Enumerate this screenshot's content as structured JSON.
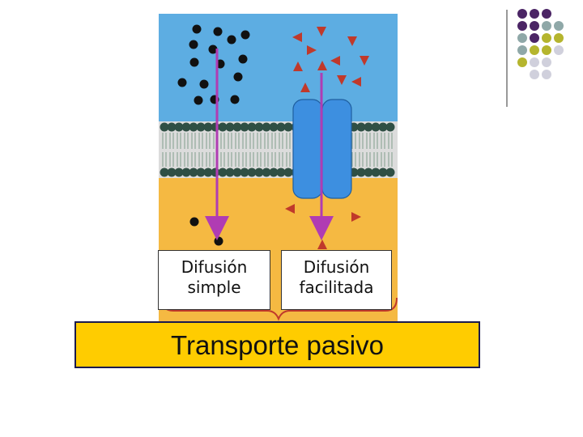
{
  "labels": {
    "simple_line1": "Difusión",
    "simple_line2": "simple",
    "facilitated_line1": "Difusión",
    "facilitated_line2": "facilitada"
  },
  "banner": "Transporte pasivo",
  "colors": {
    "extracellular": "#5dade2",
    "membrane_core": "#dcdcdc",
    "phospholipid_head": "#2f4f44",
    "cytoplasm": "#f5b942",
    "arrow": "#b03cb3",
    "channel_protein": "#3d8fe0",
    "molecule_simple": "#111111",
    "molecule_facilitated": "#c0392b",
    "banner": "#ffcc00",
    "dot_purple": "#4b2565",
    "dot_teal": "#8fa8a8",
    "dot_olive": "#b5b52e",
    "dot_lavender": "#d0d0dc"
  }
}
